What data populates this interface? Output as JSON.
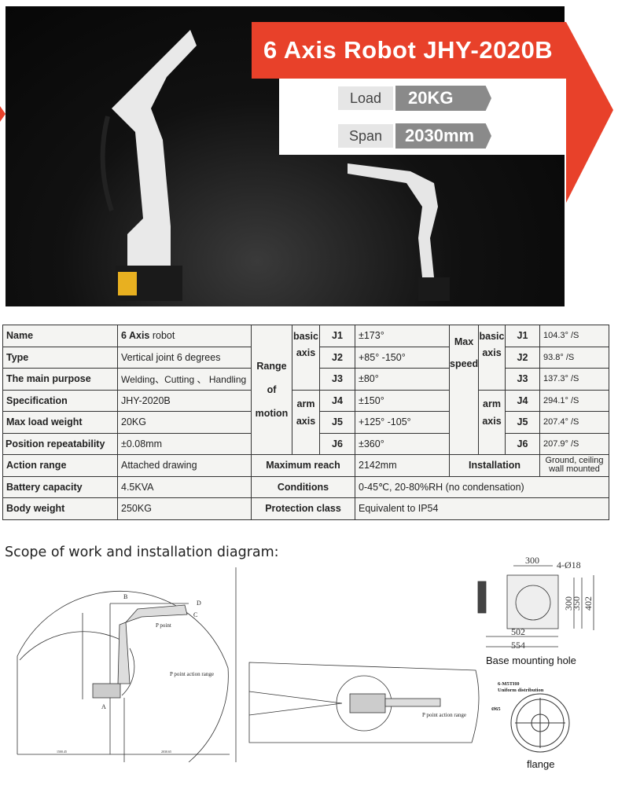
{
  "header": {
    "title": "6 Axis Robot JHY-2020B",
    "load_label": "Load",
    "load_value": "20KG",
    "span_label": "Span",
    "span_value": "2030mm",
    "accent": "#e8412a"
  },
  "table": {
    "rows": [
      {
        "label": "Name",
        "value_bold": "6 Axis",
        "value": " robot"
      },
      {
        "label": "Type",
        "value": "Vertical joint 6 degrees"
      },
      {
        "label": "The main purpose",
        "value": "Welding、Cutting 、 Handling"
      },
      {
        "label": "Specification",
        "value": "JHY-2020B"
      },
      {
        "label": "Max load weight",
        "value": "20KG"
      },
      {
        "label": "Position repeatability",
        "value": "±0.08mm"
      },
      {
        "label": "Action range",
        "value": "Attached drawing"
      },
      {
        "label": "Battery capacity",
        "value": "4.5KVA"
      },
      {
        "label": "Body weight",
        "value": "250KG"
      }
    ],
    "range_label_1": "Range",
    "range_label_2": "of",
    "range_label_3": "motion",
    "basic_axis_1": "basic",
    "basic_axis_2": "axis",
    "arm_axis_1": "arm",
    "arm_axis_2": "axis",
    "max_label": "Max",
    "speed_label": "speed",
    "joints": [
      {
        "j": "J1",
        "range": "±173°",
        "speed": "104.3° /S"
      },
      {
        "j": "J2",
        "range": "+85° -150°",
        "speed": "93.8° /S"
      },
      {
        "j": "J3",
        "range": "±80°",
        "speed": "137.3° /S"
      },
      {
        "j": "J4",
        "range": "±150°",
        "speed": "294.1° /S"
      },
      {
        "j": "J5",
        "range": "+125° -105°",
        "speed": "207.4° /S"
      },
      {
        "j": "J6",
        "range": "±360°",
        "speed": "207.9° /S"
      }
    ],
    "max_reach_label": "Maximum reach",
    "max_reach": "2142mm",
    "installation_label": "Installation",
    "installation_1": "Ground, ceiling",
    "installation_2": "wall mounted",
    "conditions_label": "Conditions",
    "conditions": "0-45℃, 20-80%RH (no condensation)",
    "protection_label": "Protection class",
    "protection": "Equivalent to IP54"
  },
  "diagram": {
    "heading": "Scope of work and installation diagram:",
    "side": {
      "p_point": "P point",
      "p_range": "P point action range",
      "A": "A",
      "B": "B",
      "C": "C",
      "D": "D",
      "dim_left": "1500.45",
      "dim_right": "2030.65"
    },
    "top": {
      "p_range": "P point action range"
    },
    "base": {
      "caption": "Base mounting hole",
      "d300": "300",
      "holes": "4-Ø18",
      "d300v": "300",
      "d350": "350",
      "d402": "402",
      "d502": "502",
      "d554": "554"
    },
    "flange": {
      "caption": "flange",
      "bolts": "6-M5TH0",
      "dist": "Uniform distribution",
      "dia": "Ø65"
    }
  }
}
